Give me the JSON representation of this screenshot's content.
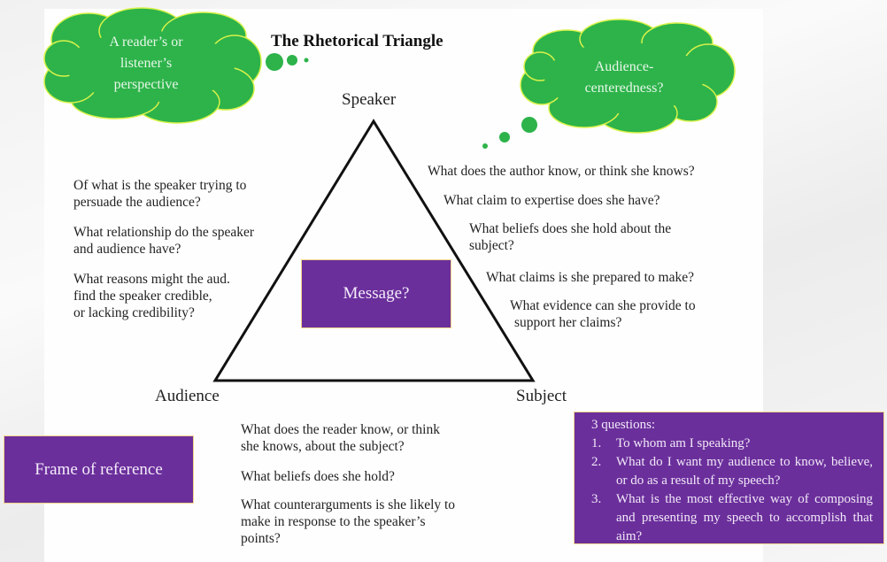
{
  "title": "The Rhetorical Triangle",
  "clouds": {
    "left": {
      "lines": [
        "A reader’s or",
        "listener’s",
        "perspective"
      ]
    },
    "right": {
      "lines": [
        "Audience-",
        "centeredness?"
      ]
    }
  },
  "vertices": {
    "speaker": "Speaker",
    "audience": "Audience",
    "subject": "Subject"
  },
  "center_box": "Message?",
  "left_questions": [
    [
      "Of what is the speaker trying to",
      "persuade the audience?"
    ],
    [
      "What relationship do the speaker",
      "and audience have?"
    ],
    [
      "What reasons might the aud.",
      "find the speaker credible,",
      "or lacking credibility?"
    ]
  ],
  "right_questions": [
    [
      "What does the author know, or think she knows?"
    ],
    [
      "What claim to expertise does she have?"
    ],
    [
      "What beliefs does she hold about the",
      "subject?"
    ],
    [
      "What claims is she prepared to make?"
    ],
    [
      "What evidence can she provide to",
      "support her claims?"
    ]
  ],
  "bottom_questions": [
    [
      "What does the reader know, or think",
      "she knows, about the subject?"
    ],
    [
      "What beliefs does she hold?"
    ],
    [
      "What counterarguments is she likely to",
      "make in response to the speaker’s",
      "points?"
    ]
  ],
  "frame_box": "Frame of reference",
  "three_questions": {
    "heading": "3 questions:",
    "items": [
      {
        "num": "1.",
        "text": "To whom am I speaking?"
      },
      {
        "num": "2.",
        "text": "What do I want my audience to know, believe, or do as a result of my speech?"
      },
      {
        "num": "3.",
        "text": "What is the most effective way of composing and presenting my speech to accomplish that aim?"
      }
    ]
  },
  "colors": {
    "cloud_green": "#2db34a",
    "cloud_outline": "#d9f24a",
    "box_purple": "#6b2f9c",
    "box_border": "#f2d48a"
  }
}
